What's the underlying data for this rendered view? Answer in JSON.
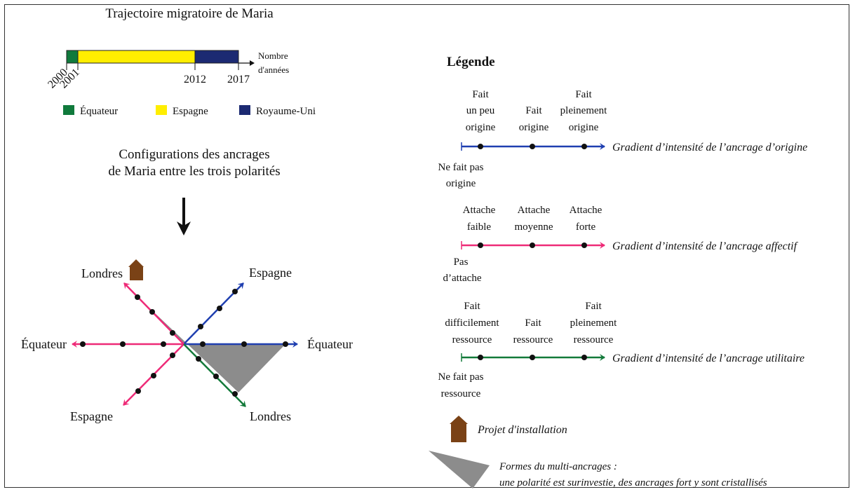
{
  "timeline": {
    "title": "Trajectoire migratoire de Maria",
    "axis_label_1": "Nombre",
    "axis_label_2": "d'années",
    "years": {
      "y2000": "2000",
      "y2001": "2001",
      "y2012": "2012",
      "y2017": "2017"
    },
    "legend": [
      {
        "label": "Équateur",
        "color": "#107a3c"
      },
      {
        "label": "Espagne",
        "color": "#ffee00"
      },
      {
        "label": "Royaume-Uni",
        "color": "#1c2a72"
      }
    ]
  },
  "config": {
    "title_1": "Configurations des ancrages",
    "title_2": "de Maria entre les trois polarités",
    "labels": {
      "londres_top": "Londres",
      "espagne_top": "Espagne",
      "equateur_left": "Équateur",
      "equateur_right": "Équateur",
      "espagne_bottom": "Espagne",
      "londres_bottom": "Londres"
    }
  },
  "legend": {
    "title": "Légende",
    "origine": {
      "t1a": "Fait",
      "t1b": "un peu",
      "t1c": "origine",
      "t2a": "Fait",
      "t2b": "origine",
      "t3a": "Fait",
      "t3b": "pleinement",
      "t3c": "origine",
      "b1": "Ne fait pas",
      "b2": "origine",
      "caption": "Gradient d’intensité de l’ancrage d’origine",
      "color": "#1f3fb0"
    },
    "affectif": {
      "t1a": "Attache",
      "t1b": "faible",
      "t2a": "Attache",
      "t2b": "moyenne",
      "t3a": "Attache",
      "t3b": "forte",
      "b1": "Pas",
      "b2": "d’attache",
      "caption": "Gradient d’intensité de l’ancrage affectif",
      "color": "#ee2a77"
    },
    "utilitaire": {
      "t1a": "Fait",
      "t1b": "difficilement",
      "t1c": "ressource",
      "t2a": "Fait",
      "t2b": "ressource",
      "t3a": "Fait",
      "t3b": "pleinement",
      "t3c": "ressource",
      "b1": "Ne fait pas",
      "b2": "ressource",
      "caption": "Gradient d’intensité de l’ancrage utilitaire",
      "color": "#137a3a"
    },
    "projet": "Projet d'installation",
    "formes_1": "Formes du multi-ancrages :",
    "formes_2": "une polarité est surinvestie, des ancrages fort y sont cristallisés",
    "house_color": "#7a4216",
    "shape_color": "#8c8c8c"
  }
}
